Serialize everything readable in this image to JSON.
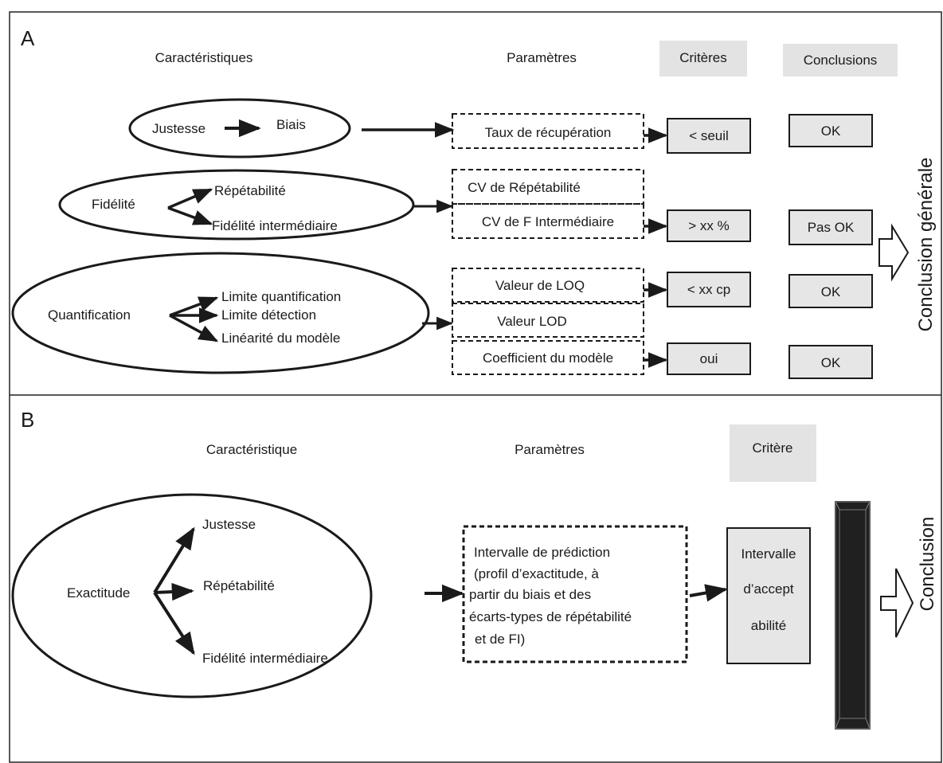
{
  "panel_a": {
    "letter": "A",
    "headers": {
      "characteristics": "Caractéristiques",
      "parameters": "Paramètres",
      "criteria": "Critères",
      "conclusions": "Conclusions"
    },
    "ellipse_justesse": {
      "main": "Justesse",
      "sub": "Biais"
    },
    "ellipse_fidelite": {
      "main": "Fidélité",
      "subs": [
        "Répétabilité",
        "Fidélité intermédiaire"
      ]
    },
    "ellipse_quantification": {
      "main": "Quantification",
      "subs": [
        "Limite quantification",
        "Limite détection",
        "Linéarité du modèle"
      ]
    },
    "parameters": [
      "Taux de récupération",
      "CV de Répétabilité",
      "CV de F Intermédiaire",
      "Valeur de LOQ",
      "Valeur LOD",
      "Coefficient du modèle"
    ],
    "criteria": [
      "< seuil",
      "> xx %",
      "< xx cp",
      "oui"
    ],
    "conclusions": [
      "OK",
      "Pas OK",
      "OK",
      "OK"
    ],
    "general_conclusion": "Conclusion générale"
  },
  "panel_b": {
    "letter": "B",
    "headers": {
      "characteristic": "Caractéristique",
      "parameters": "Paramètres",
      "criterion": "Critère"
    },
    "ellipse": {
      "main": "Exactitude",
      "subs": [
        "Justesse",
        "Répétabilité",
        "Fidélité intermédiaire"
      ]
    },
    "parameter_lines": [
      "Intervalle de prédiction",
      "(profil d’exactitude, à",
      "partir du biais et des",
      "écarts-types de répétabilité",
      "et de FI)"
    ],
    "criterion_lines": [
      "Intervalle",
      "d’accept",
      "abilité"
    ],
    "conclusion": "Conclusion"
  },
  "colors": {
    "header_box": "#e3e3e3",
    "box_fill": "#e6e6e6",
    "stroke": "#1a1a1a"
  }
}
